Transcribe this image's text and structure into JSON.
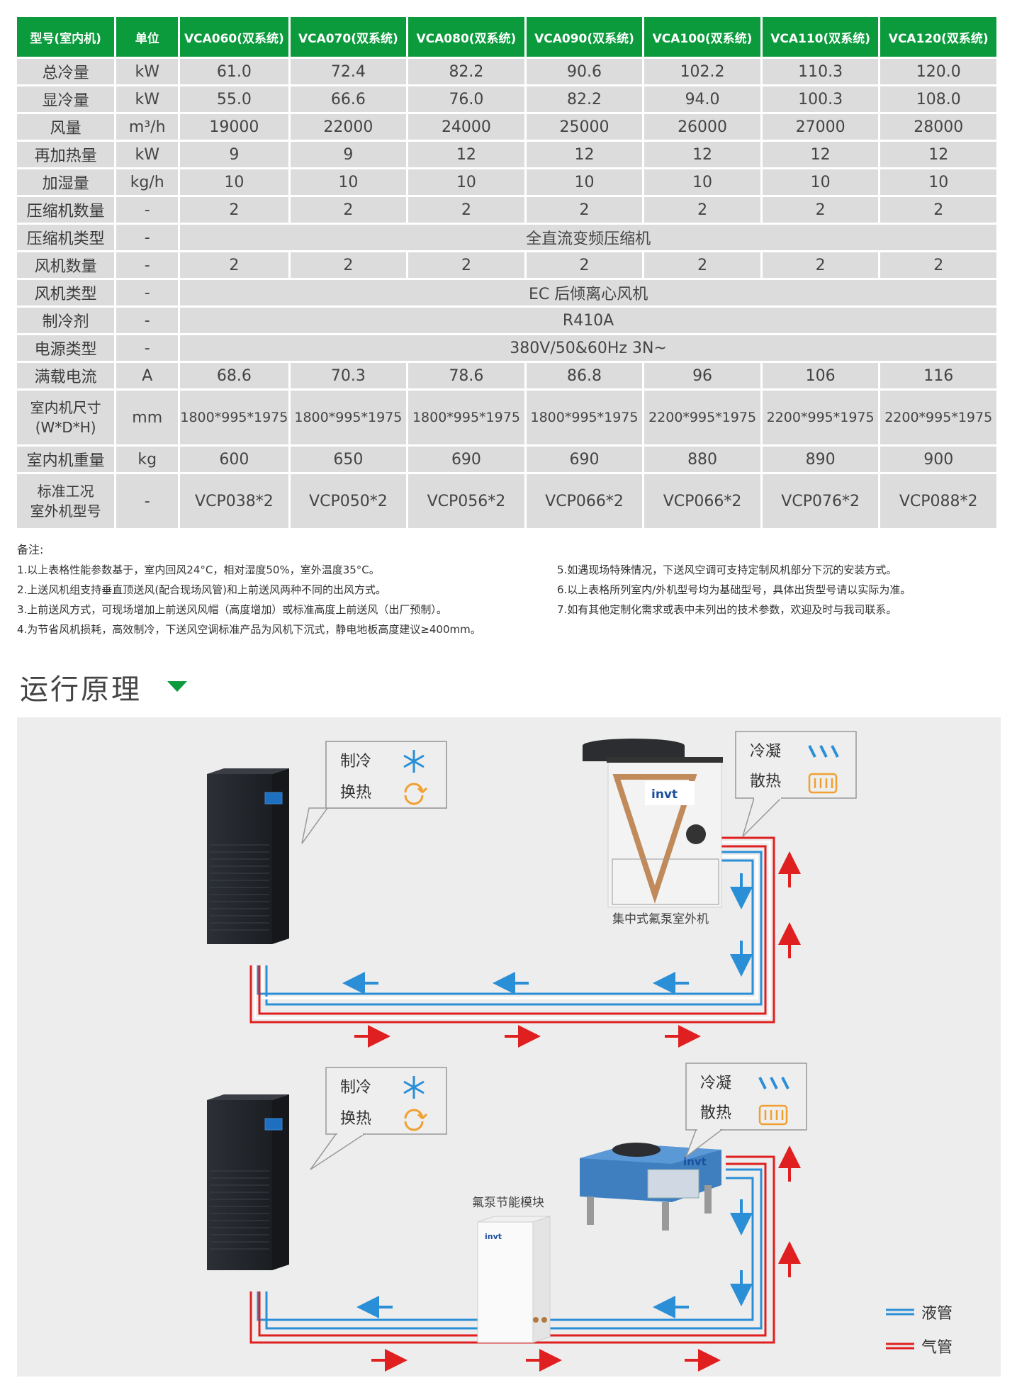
{
  "table": {
    "headers": [
      "型号(室内机)",
      "单位",
      "VCA060(双系统)",
      "VCA070(双系统)",
      "VCA080(双系统)",
      "VCA090(双系统)",
      "VCA100(双系统)",
      "VCA110(双系统)",
      "VCA120(双系统)"
    ],
    "rows": [
      {
        "label": "总冷量",
        "unit": "kW",
        "values": [
          "61.0",
          "72.4",
          "82.2",
          "90.6",
          "102.2",
          "110.3",
          "120.0"
        ]
      },
      {
        "label": "显冷量",
        "unit": "kW",
        "values": [
          "55.0",
          "66.6",
          "76.0",
          "82.2",
          "94.0",
          "100.3",
          "108.0"
        ]
      },
      {
        "label": "风量",
        "unit": "m³/h",
        "values": [
          "19000",
          "22000",
          "24000",
          "25000",
          "26000",
          "27000",
          "28000"
        ]
      },
      {
        "label": "再加热量",
        "unit": "kW",
        "values": [
          "9",
          "9",
          "12",
          "12",
          "12",
          "12",
          "12"
        ]
      },
      {
        "label": "加湿量",
        "unit": "kg/h",
        "values": [
          "10",
          "10",
          "10",
          "10",
          "10",
          "10",
          "10"
        ]
      },
      {
        "label": "压缩机数量",
        "unit": "-",
        "values": [
          "2",
          "2",
          "2",
          "2",
          "2",
          "2",
          "2"
        ]
      },
      {
        "label": "压缩机类型",
        "unit": "-",
        "merged": "全直流变频压缩机"
      },
      {
        "label": "风机数量",
        "unit": "-",
        "values": [
          "2",
          "2",
          "2",
          "2",
          "2",
          "2",
          "2"
        ]
      },
      {
        "label": "风机类型",
        "unit": "-",
        "merged": "EC 后倾离心风机"
      },
      {
        "label": "制冷剂",
        "unit": "-",
        "merged": "R410A"
      },
      {
        "label": "电源类型",
        "unit": "-",
        "merged": "380V/50&60Hz 3N~"
      },
      {
        "label": "满载电流",
        "unit": "A",
        "values": [
          "68.6",
          "70.3",
          "78.6",
          "86.8",
          "96",
          "106",
          "116"
        ]
      },
      {
        "label": "室内机尺寸",
        "label2": "(W*D*H)",
        "unit": "mm",
        "values": [
          "1800*995*1975",
          "1800*995*1975",
          "1800*995*1975",
          "1800*995*1975",
          "2200*995*1975",
          "2200*995*1975",
          "2200*995*1975"
        ]
      },
      {
        "label": "室内机重量",
        "unit": "kg",
        "values": [
          "600",
          "650",
          "690",
          "690",
          "880",
          "890",
          "900"
        ]
      },
      {
        "label": "标准工况",
        "label2": "室外机型号",
        "unit": "-",
        "values": [
          "VCP038*2",
          "VCP050*2",
          "VCP056*2",
          "VCP066*2",
          "VCP066*2",
          "VCP076*2",
          "VCP088*2"
        ]
      }
    ]
  },
  "notes": {
    "heading": "备注:",
    "left": [
      "1.以上表格性能参数基于，室内回风24°C，相对湿度50%，室外温度35°C。",
      "2.上送风机组支持垂直顶送风(配合现场风管)和上前送风两种不同的出风方式。",
      "3.上前送风方式，可现场增加上前送风风帽（高度增加）或标准高度上前送风（出厂预制）。",
      "4.为节省风机损耗，高效制冷，下送风空调标准产品为风机下沉式，静电地板高度建议≥400mm。"
    ],
    "right": [
      "5.如遇现场特殊情况，下送风空调可支持定制风机部分下沉的安装方式。",
      "6.以上表格所列室内/外机型号均为基础型号，具体出货型号请以实际为准。",
      "7.如有其他定制化需求或表中未列出的技术参数，欢迎及时与我司联系。"
    ]
  },
  "section": {
    "title": "运行原理"
  },
  "diagram": {
    "top": {
      "indoor_bubble": [
        "制冷",
        "换热"
      ],
      "outdoor_bubble": [
        "冷凝",
        "散热"
      ],
      "outdoor_caption": "集中式氟泵室外机",
      "logo": "invt"
    },
    "bottom": {
      "indoor_bubble": [
        "制冷",
        "换热"
      ],
      "outdoor_bubble": [
        "冷凝",
        "散热"
      ],
      "module_caption": "氟泵节能模块",
      "logo": "invt"
    },
    "legend": {
      "liquid": "液管",
      "gas": "气管"
    },
    "colors": {
      "liquid": "#2a8fd6",
      "gas": "#e02020",
      "accent": "#0b9a3c"
    }
  }
}
